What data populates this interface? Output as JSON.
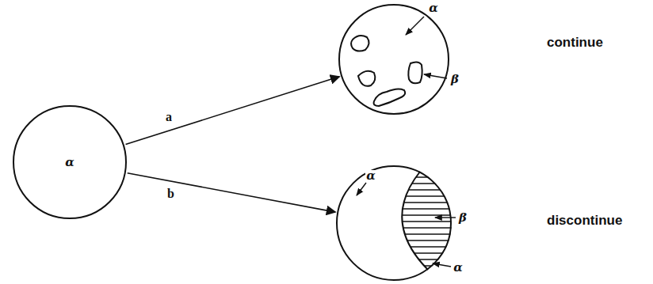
{
  "diagram": {
    "nodes": [
      {
        "text": [
          "α"
        ]
      },
      {
        "text": [
          "α",
          "β"
        ]
      },
      {
        "text": [
          "α",
          "β",
          "α"
        ]
      }
    ],
    "edges": [
      {
        "from": 0,
        "to": 1,
        "arrow": "to",
        "label": "a"
      },
      {
        "from": 0,
        "to": 2,
        "arrow": "to",
        "label": "b"
      }
    ],
    "labels": [
      "continue",
      "discontinue"
    ]
  }
}
